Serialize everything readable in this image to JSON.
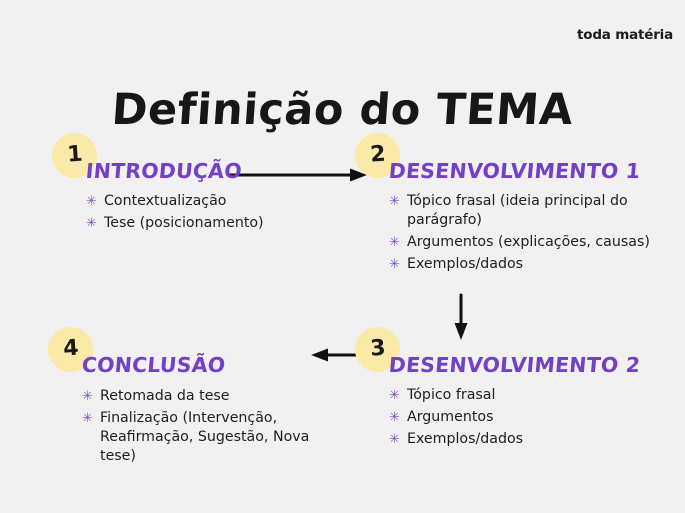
{
  "brand": {
    "label": "toda matéria"
  },
  "title": {
    "text": "Definição do TEMA"
  },
  "colors": {
    "background": "#f1f1f1",
    "badge_fill": "#fbeaa7",
    "heading_purple": "#7240c9",
    "bullet_purple": "#7b52c4",
    "text_dark": "#1e1e1e",
    "arrow": "#111111"
  },
  "blocks": [
    {
      "number": "1",
      "heading": "INTRODUÇÃO",
      "items": [
        "Contextualização",
        "Tese (posicionamento)"
      ]
    },
    {
      "number": "2",
      "heading": "DESENVOLVIMENTO 1",
      "items": [
        "Tópico frasal (ideia principal do parágrafo)",
        "Argumentos (explicações, causas)",
        "Exemplos/dados"
      ]
    },
    {
      "number": "3",
      "heading": "DESENVOLVIMENTO 2",
      "items": [
        "Tópico frasal",
        "Argumentos",
        "Exemplos/dados"
      ]
    },
    {
      "number": "4",
      "heading": "CONCLUSÃO",
      "items": [
        "Retomada da tese",
        "Finalização (Intervenção, Reafirmação, Sugestão, Nova tese)"
      ]
    }
  ],
  "bullet_glyph": "✳",
  "arrows": [
    {
      "name": "arrow-1-to-2",
      "direction": "right"
    },
    {
      "name": "arrow-2-to-3",
      "direction": "down"
    },
    {
      "name": "arrow-3-to-4",
      "direction": "left"
    }
  ]
}
